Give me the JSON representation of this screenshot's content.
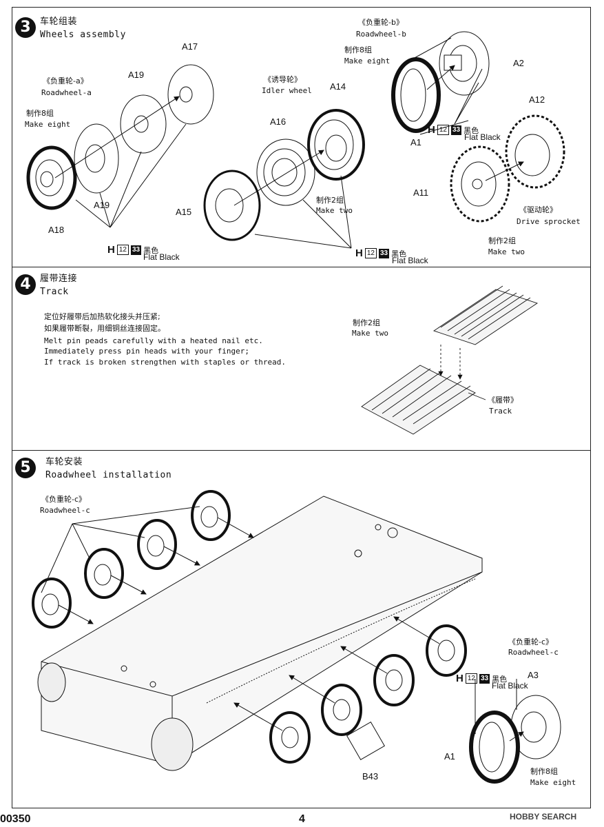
{
  "steps": {
    "s3": {
      "number": "3",
      "title_cn": "车轮组装",
      "title_en": "Wheels assembly"
    },
    "s4": {
      "number": "4",
      "title_cn": "履带连接",
      "title_en": "Track"
    },
    "s5": {
      "number": "5",
      "title_cn": "车轮安装",
      "title_en": "Roadwheel installation"
    }
  },
  "step3": {
    "roadwheel_a": {
      "cn": "《负重轮-a》",
      "en": "Roadwheel-a"
    },
    "make_eight_a": {
      "cn": "制作8组",
      "en": "Make eight"
    },
    "idler": {
      "cn": "《诱导轮》",
      "en": "Idler wheel"
    },
    "make_two_idler": {
      "cn": "制作2组",
      "en": "Make two"
    },
    "roadwheel_b": {
      "cn": "《负重轮-b》",
      "en": "Roadwheel-b"
    },
    "make_eight_b": {
      "cn": "制作8组",
      "en": "Make eight"
    },
    "drive": {
      "cn": "《驱动轮》",
      "en": "Drive sprocket"
    },
    "make_two_drive": {
      "cn": "制作2组",
      "en": "Make two"
    },
    "parts": {
      "A17": "A17",
      "A19a": "A19",
      "A19b": "A19",
      "A18": "A18",
      "A16": "A16",
      "A14": "A14",
      "A15": "A15",
      "A2": "A2",
      "A1": "A1",
      "A12": "A12",
      "A11": "A11"
    }
  },
  "paint": {
    "h": "H",
    "code1": "12",
    "code2": "33",
    "color_cn": "黑色",
    "color_en": "Flat Black"
  },
  "step4": {
    "note_cn_1": "定位好履带后加热软化接头并压紧;",
    "note_cn_2": "如果履带断裂，用细铜丝连接固定。",
    "note_en_1": "Melt pin peads carefully with a heated nail etc.",
    "note_en_2": "Immediately press pin heads with your finger;",
    "note_en_3": "If track is broken strengthen with staples or thread.",
    "make_two": {
      "cn": "制作2组",
      "en": "Make two"
    },
    "track": {
      "cn": "《履带》",
      "en": "Track"
    }
  },
  "step5": {
    "roadwheel_c_top": {
      "cn": "《负重轮-c》",
      "en": "Roadwheel-c"
    },
    "roadwheel_c_right": {
      "cn": "《负重轮-c》",
      "en": "Roadwheel-c"
    },
    "make_eight": {
      "cn": "制作8组",
      "en": "Make eight"
    },
    "parts": {
      "A3": "A3",
      "A1": "A1",
      "B43": "B43"
    }
  },
  "footer": {
    "code": "00350",
    "page": "4",
    "watermark": "HOBBY SEARCH"
  }
}
